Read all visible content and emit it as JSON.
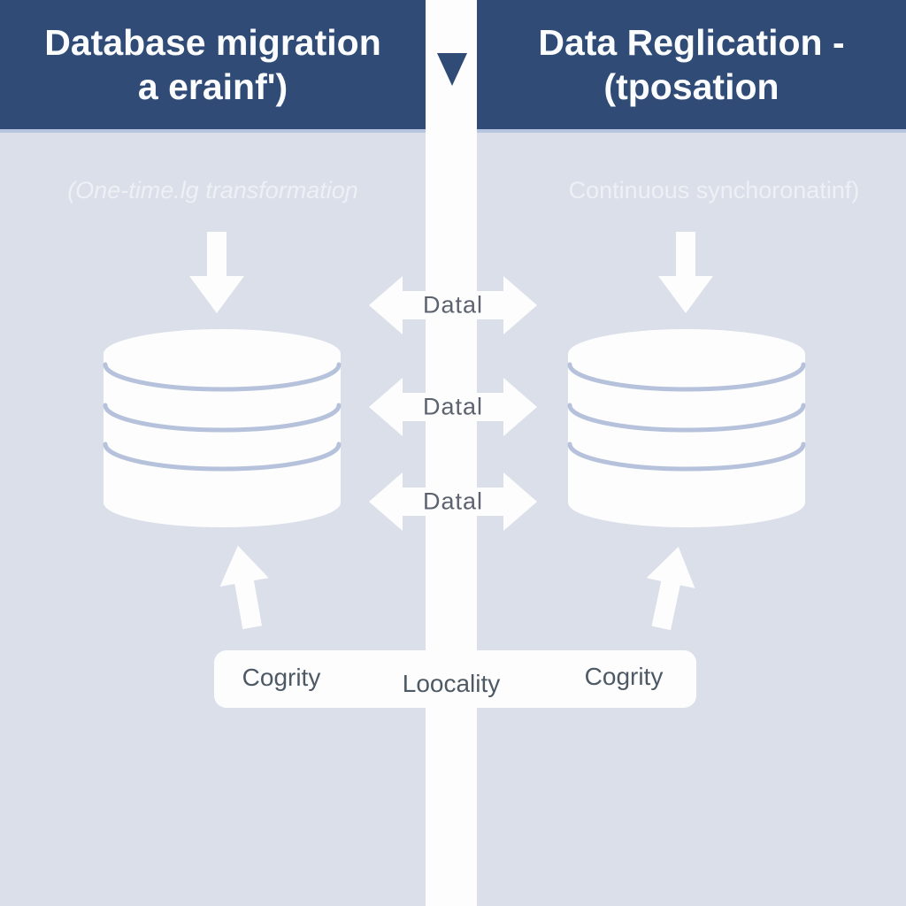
{
  "left_panel": {
    "title_line1": "Database migration",
    "title_line2": "a erainf')",
    "subtitle": "(One-time.lg transformatioɲ"
  },
  "right_panel": {
    "title_line1": "Data Reglication -",
    "title_line2": "(tposation",
    "subtitle": "Continuous synchoronatinf)"
  },
  "exchange": {
    "labels": [
      "Datal",
      "Datal",
      "Datal"
    ]
  },
  "bottom_bar": {
    "left_label": "Cogrity",
    "center_label": "Loocality",
    "right_label": "Cogrity"
  },
  "colors": {
    "header_bg": "#2f4b76",
    "header_underline": "#b7c4de",
    "background": "#dadfe9",
    "white": "#fdfdfd",
    "title_text": "#fbfcfe",
    "subtitle_text": "#eef0f6",
    "cyl_line": "#b6c2db",
    "label_text": "#5c636e",
    "bar_text": "#4e5966"
  }
}
